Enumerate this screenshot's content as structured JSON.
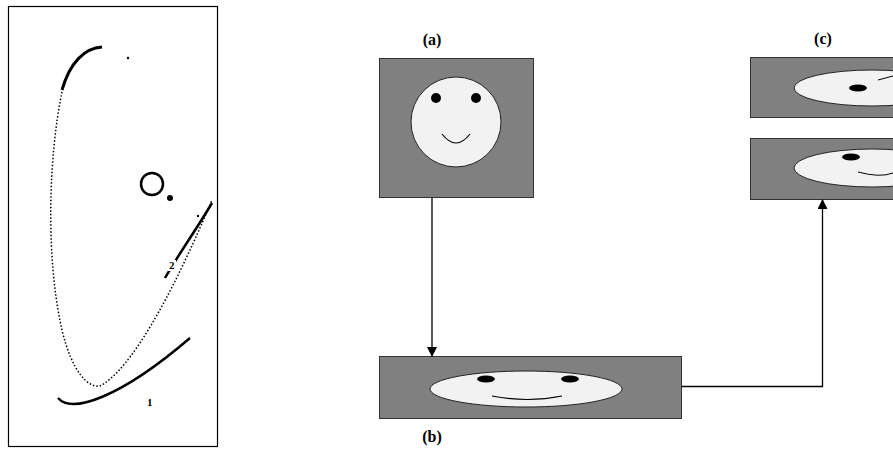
{
  "diagram": {
    "nodes": [
      {
        "text": [
          "(a)"
        ]
      },
      {
        "text": [
          "(b)"
        ]
      },
      {
        "text": [
          "(c)"
        ]
      }
    ],
    "edges": [
      {
        "from": 0,
        "to": 1,
        "arrow": "to"
      },
      {
        "from": 1,
        "to": 2,
        "arrow": "to"
      }
    ],
    "labels": [
      "1",
      "2"
    ]
  }
}
